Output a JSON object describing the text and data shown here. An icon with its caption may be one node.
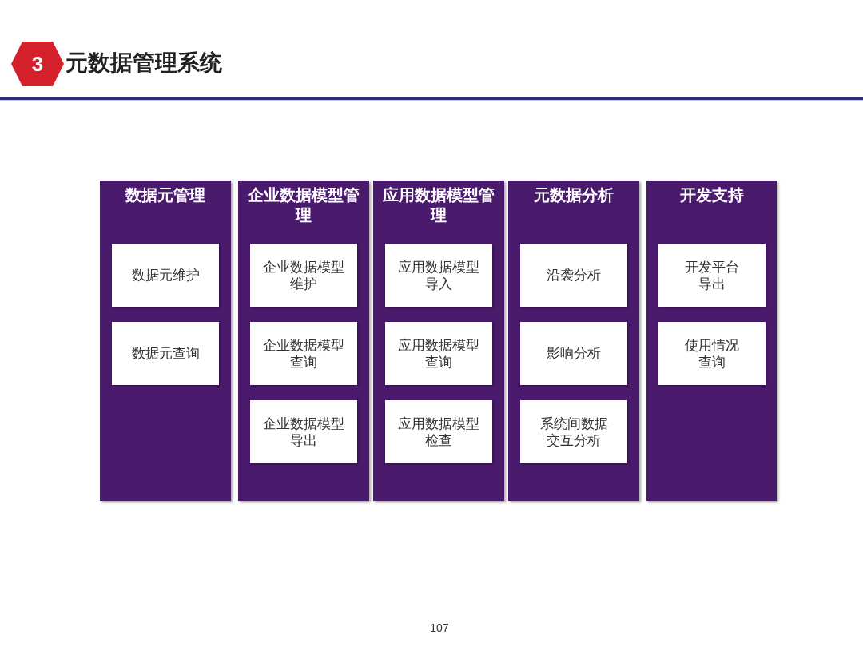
{
  "diagram": {
    "title": "元数据管理系统",
    "nodes": [
      {
        "text": [
          "3"
        ]
      },
      {
        "text": [
          "数据元管理"
        ]
      },
      {
        "text": [
          "数据元维护"
        ],
        "in": 1
      },
      {
        "text": [
          "数据元查询"
        ],
        "in": 1
      },
      {
        "text": [
          "企业数据模型管理"
        ]
      },
      {
        "text": [
          "企业数据模型维护"
        ],
        "in": 4
      },
      {
        "text": [
          "企业数据模型查询"
        ],
        "in": 4
      },
      {
        "text": [
          "企业数据模型导出"
        ],
        "in": 4
      },
      {
        "text": [
          "应用数据模型管理"
        ]
      },
      {
        "text": [
          "应用数据模型导入"
        ],
        "in": 8
      },
      {
        "text": [
          "应用数据模型查询"
        ],
        "in": 8
      },
      {
        "text": [
          "应用数据模型检查"
        ],
        "in": 8
      },
      {
        "text": [
          "元数据分析"
        ]
      },
      {
        "text": [
          "沿袭分析"
        ],
        "in": 12
      },
      {
        "text": [
          "影响分析"
        ],
        "in": 12
      },
      {
        "text": [
          "系统间数据交互分析"
        ],
        "in": 12
      },
      {
        "text": [
          "开发支持"
        ]
      },
      {
        "text": [
          "开发平台导出"
        ],
        "in": 16
      },
      {
        "text": [
          "使用情况查询"
        ],
        "in": 16
      }
    ],
    "labels": [
      "107"
    ]
  }
}
